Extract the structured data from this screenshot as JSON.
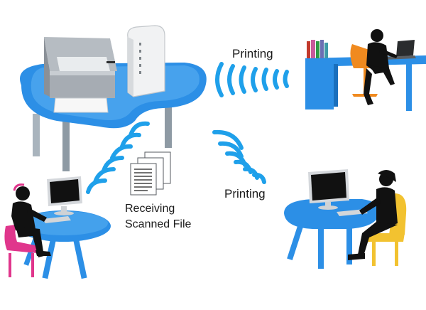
{
  "labels": {
    "printing_top": "Printing",
    "printing_bottom": "Printing",
    "receiving_line1": "Receiving",
    "receiving_line2": "Scanned File"
  },
  "colors": {
    "desk_blue": "#2c8fe6",
    "desk_leg": "#2c8fe6",
    "wifi_blue": "#1fa0ea",
    "silhouette": "#111111",
    "chair_pink": "#e0368c",
    "chair_yellow": "#f2c230",
    "chair_orange": "#f08a1f",
    "printer_grey": "#9ea3a8",
    "router_white": "#f2f2f2",
    "monitor_grey": "#d9dcdf"
  },
  "icons": [
    "printer-icon",
    "router-icon",
    "wifi-waves-icon",
    "document-stack-icon",
    "monitor-icon",
    "laptop-icon",
    "books-icon",
    "person-silhouette-icon",
    "chair-icon"
  ]
}
